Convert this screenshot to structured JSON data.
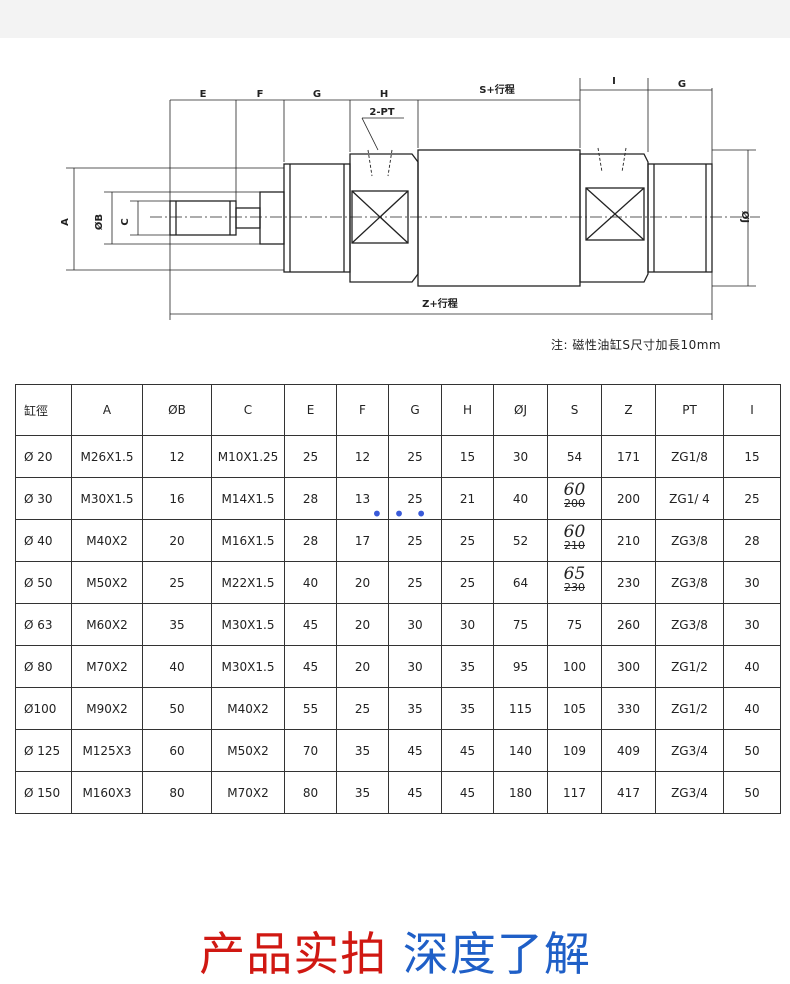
{
  "drawing": {
    "dims": {
      "E": "E",
      "F": "F",
      "G_left": "G",
      "H": "H",
      "S_stroke": "S+行程",
      "I": "I",
      "G_right": "G",
      "PT": "2-PT",
      "A": "A",
      "B": "ØB",
      "C": "C",
      "J": "ØJ",
      "Z_stroke": "Z+行程"
    }
  },
  "note": "注: 磁性油缸S尺寸加長10mm",
  "table": {
    "headers": [
      "缸徑",
      "A",
      "ØB",
      "C",
      "E",
      "F",
      "G",
      "H",
      "ØJ",
      "S",
      "Z",
      "PT",
      "I"
    ],
    "rows": [
      {
        "bore": "Ø 20",
        "A": "M26X1.5",
        "B": "12",
        "C": "M10X1.25",
        "E": "25",
        "F": "12",
        "G": "25",
        "H": "15",
        "J": "30",
        "S": "54",
        "S_new": "",
        "Z": "171",
        "PT": "ZG1/8",
        "I": "15"
      },
      {
        "bore": "Ø 30",
        "A": "M30X1.5",
        "B": "16",
        "C": "M14X1.5",
        "E": "28",
        "F": "13",
        "G": "25",
        "H": "21",
        "J": "40",
        "S": "200",
        "S_new": "60",
        "Z": "200",
        "PT": "ZG1/ 4",
        "I": "25"
      },
      {
        "bore": "Ø 40",
        "A": "M40X2",
        "B": "20",
        "C": "M16X1.5",
        "E": "28",
        "F": "17",
        "G": "25",
        "H": "25",
        "J": "52",
        "S": "210",
        "S_new": "60",
        "Z": "210",
        "PT": "ZG3/8",
        "I": "28"
      },
      {
        "bore": "Ø 50",
        "A": "M50X2",
        "B": "25",
        "C": "M22X1.5",
        "E": "40",
        "F": "20",
        "G": "25",
        "H": "25",
        "J": "64",
        "S": "230",
        "S_new": "65",
        "Z": "230",
        "PT": "ZG3/8",
        "I": "30"
      },
      {
        "bore": "Ø 63",
        "A": "M60X2",
        "B": "35",
        "C": "M30X1.5",
        "E": "45",
        "F": "20",
        "G": "30",
        "H": "30",
        "J": "75",
        "S": "75",
        "S_new": "",
        "Z": "260",
        "PT": "ZG3/8",
        "I": "30"
      },
      {
        "bore": "Ø 80",
        "A": "M70X2",
        "B": "40",
        "C": "M30X1.5",
        "E": "45",
        "F": "20",
        "G": "30",
        "H": "35",
        "J": "95",
        "S": "100",
        "S_new": "",
        "Z": "300",
        "PT": "ZG1/2",
        "I": "40"
      },
      {
        "bore": "Ø100",
        "A": "M90X2",
        "B": "50",
        "C": "M40X2",
        "E": "55",
        "F": "25",
        "G": "35",
        "H": "35",
        "J": "115",
        "S": "105",
        "S_new": "",
        "Z": "330",
        "PT": "ZG1/2",
        "I": "40"
      },
      {
        "bore": "Ø 125",
        "A": "M125X3",
        "B": "60",
        "C": "M50X2",
        "E": "70",
        "F": "35",
        "G": "45",
        "H": "45",
        "J": "140",
        "S": "109",
        "S_new": "",
        "Z": "409",
        "PT": "ZG3/4",
        "I": "50"
      },
      {
        "bore": "Ø 150",
        "A": "M160X3",
        "B": "80",
        "C": "M70X2",
        "E": "80",
        "F": "35",
        "G": "45",
        "H": "45",
        "J": "180",
        "S": "117",
        "S_new": "",
        "Z": "417",
        "PT": "ZG3/4",
        "I": "50"
      }
    ]
  },
  "overlay": {
    "ellipsis": "• • •",
    "color": "#3a5bd9"
  },
  "footer": {
    "title_red": "产品实拍",
    "title_blue": "深度了解",
    "red": "#d01812",
    "blue": "#1f5fc7"
  }
}
